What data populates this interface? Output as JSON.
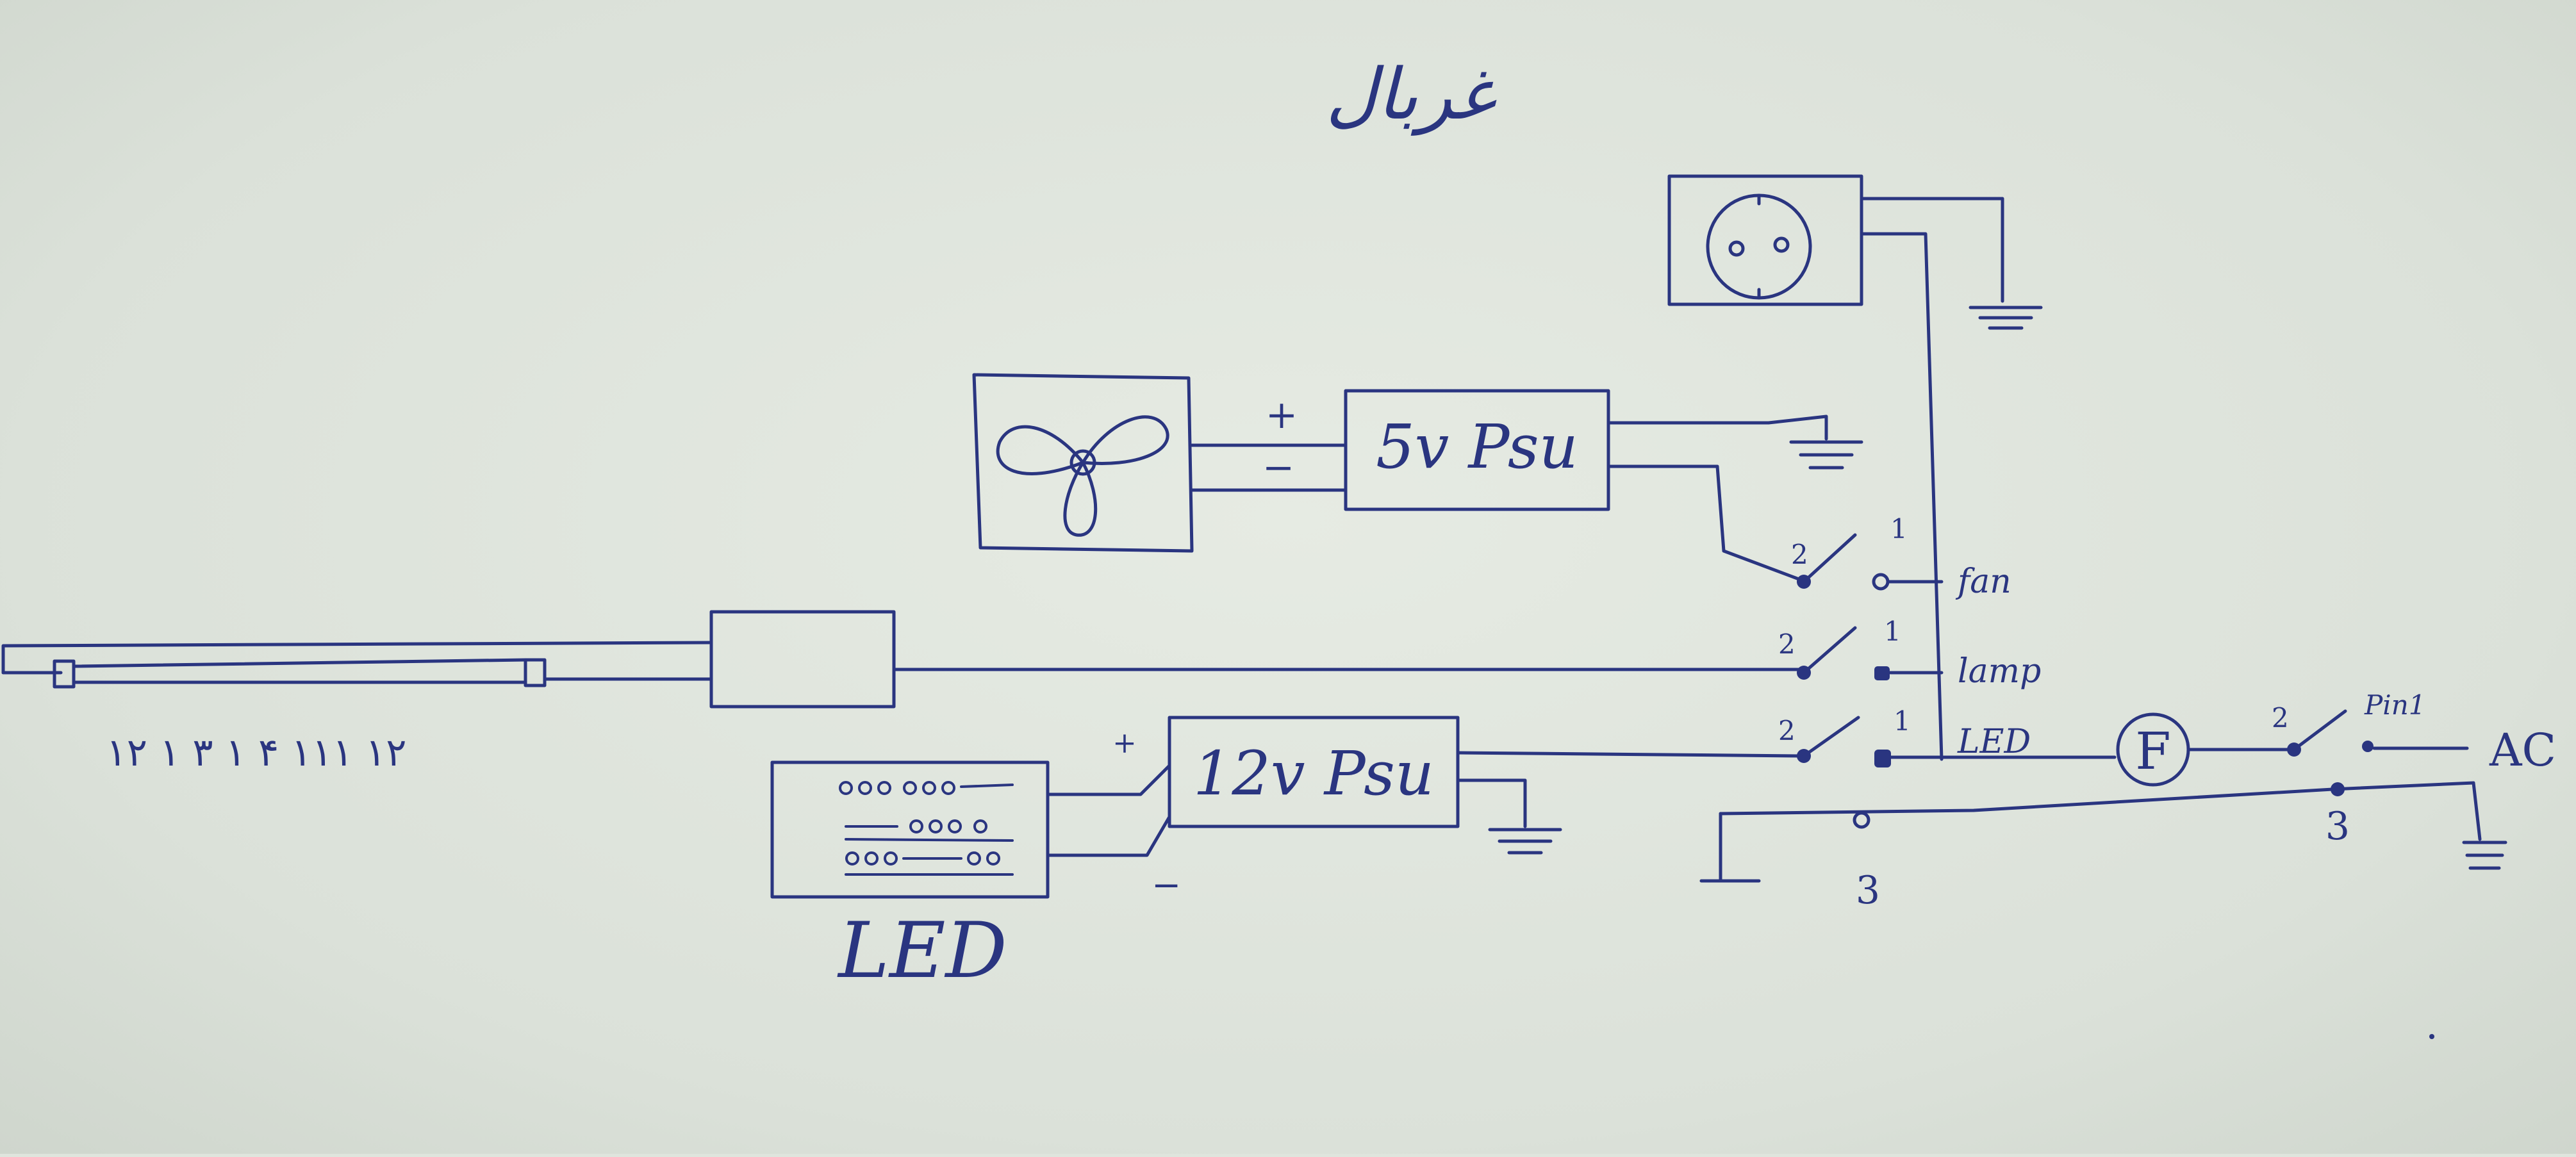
{
  "title": "غربال",
  "components": {
    "fan_psu_label": "5v Psu",
    "led_psu_label": "12v Psu",
    "led_panel_label": "LED"
  },
  "polarity": {
    "fan_plus": "+",
    "fan_minus": "−",
    "led_plus": "+",
    "led_minus": "−"
  },
  "switch_labels": {
    "fan": "fan",
    "lamp": "lamp",
    "led": "LED",
    "main": "AC"
  },
  "pin_numbers": {
    "fan_pin_2": "2",
    "fan_pin_1": "1",
    "lamp_pin_2": "2",
    "lamp_pin_1": "1",
    "led_pin_2": "2",
    "led_pin_1": "1",
    "main_pin_2": "2",
    "main_pin_label": "Pin1",
    "bottom_3_left": "3",
    "bottom_3_right": "3"
  },
  "fuse_label": "F",
  "tube_caption": "۱۲ ۱ ۳ ۱ ۴ ۱۱۱ ۱۲"
}
